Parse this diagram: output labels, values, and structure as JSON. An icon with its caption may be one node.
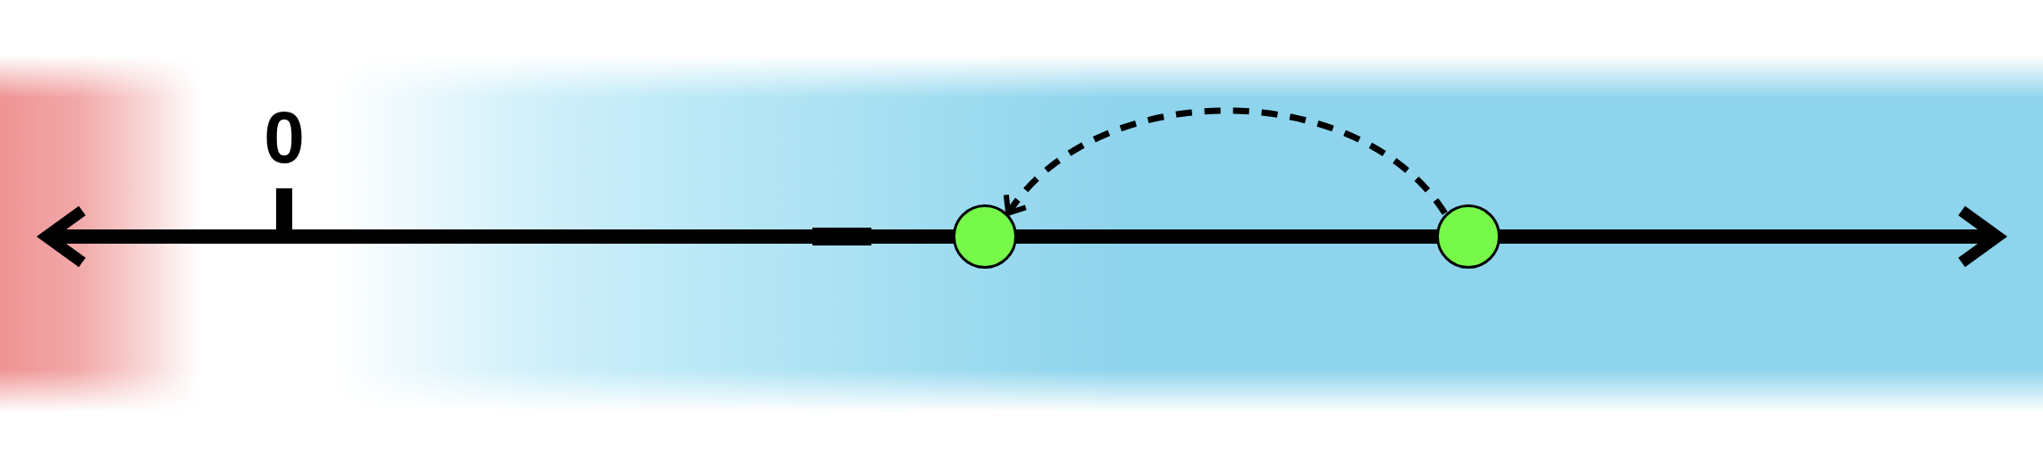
{
  "diagram": {
    "nodes": [
      {
        "text": [],
        "shape": "circle"
      },
      {
        "text": [],
        "shape": "circle"
      }
    ],
    "edges": [
      {
        "from": 1,
        "to": 0,
        "arrow": "to",
        "style": "dashed"
      }
    ],
    "labels": [
      "0"
    ]
  }
}
